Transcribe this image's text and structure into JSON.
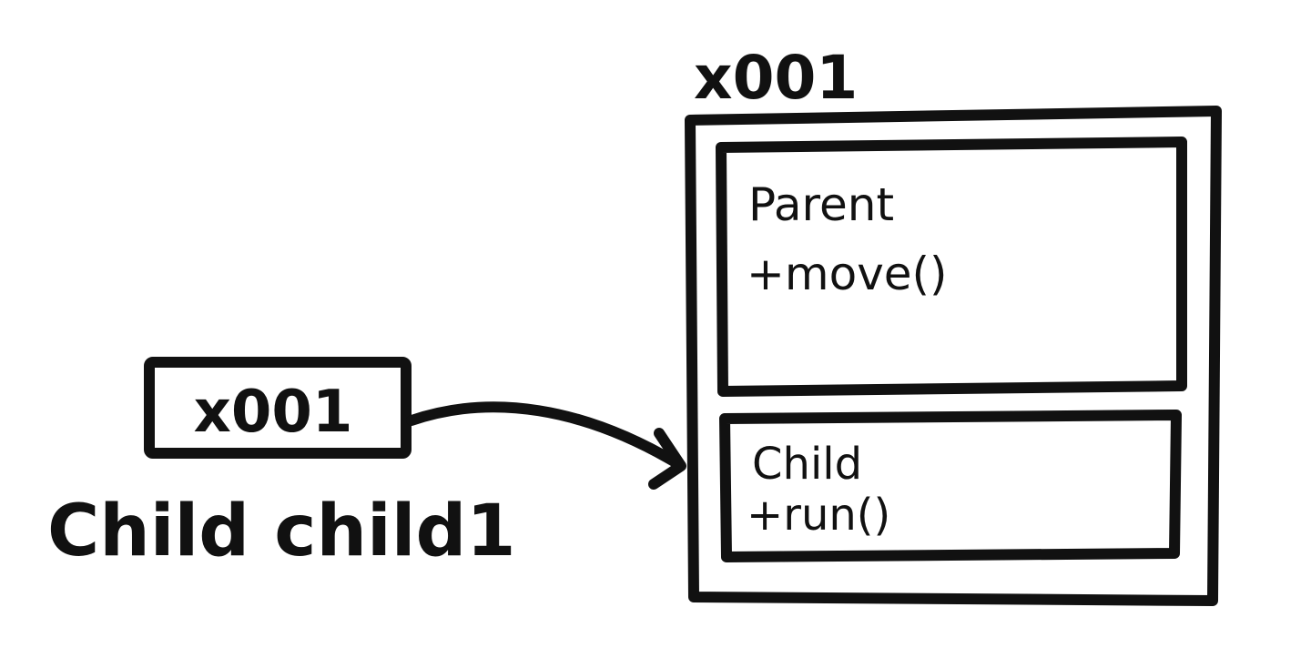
{
  "reference_variable": {
    "address_value": "x001",
    "declaration": "Child child1"
  },
  "heap_object": {
    "address_label": "x001",
    "parent_section": {
      "class_name": "Parent",
      "method": "+move()"
    },
    "child_section": {
      "class_name": "Child",
      "method": "+run()"
    }
  },
  "colors": {
    "ink": "#111111",
    "background": "#ffffff"
  }
}
